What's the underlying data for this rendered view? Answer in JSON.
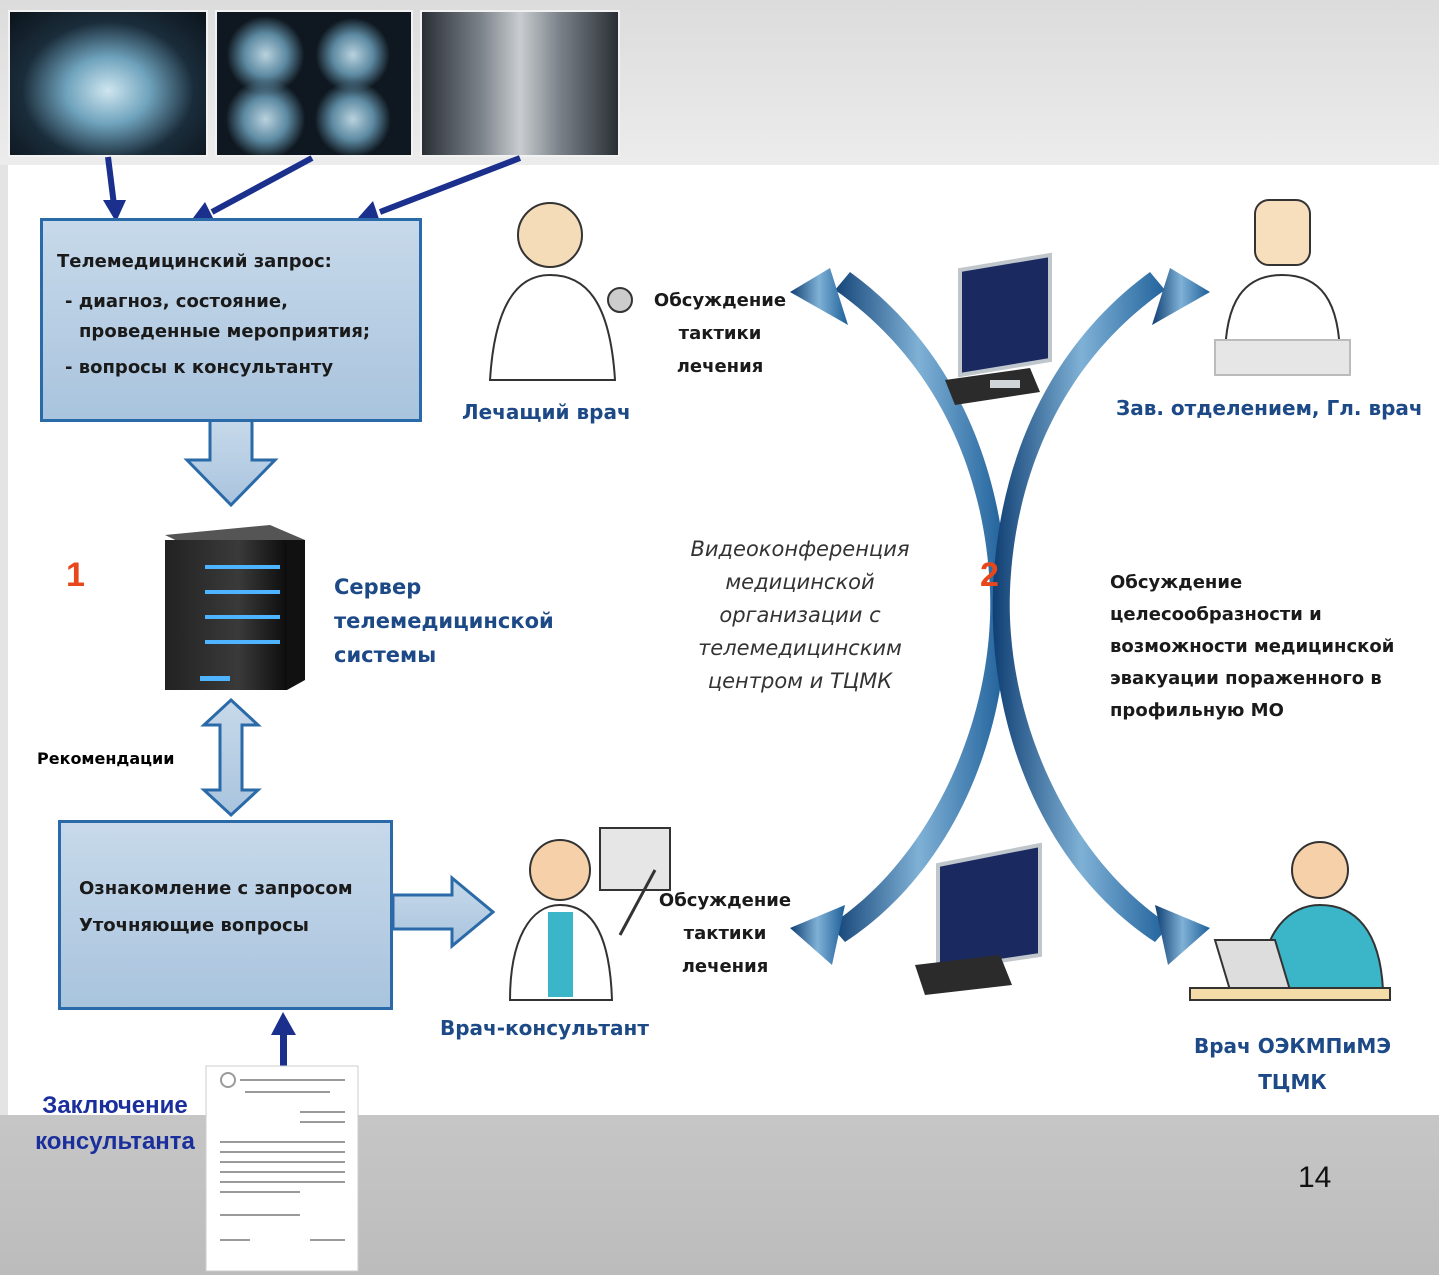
{
  "request_box": {
    "title": "Телемедицинский запрос:",
    "line1": "- диагноз, состояние,",
    "line2": "проведенные мероприятия;",
    "line3": "- вопросы к консультанту"
  },
  "server": {
    "number": "1",
    "line1": "Сервер",
    "line2": "телемедицинской",
    "line3": "системы"
  },
  "recommendations": "Рекомендации",
  "review_box": {
    "line1": "Ознакомление с запросом",
    "line2": "Уточняющие вопросы"
  },
  "conclusion": {
    "line1": "Заключение",
    "line2": "консультанта"
  },
  "attending": {
    "label": "Лечащий врач",
    "discussion": [
      "Обсуждение",
      "тактики",
      "лечения"
    ]
  },
  "head": {
    "label": "Зав. отделением, Гл. врач"
  },
  "consultant": {
    "label": "Врач-консультант",
    "discussion": [
      "Обсуждение",
      "тактики",
      "лечения"
    ]
  },
  "oekmp": {
    "line1": "Врач ОЭКМПиМЭ",
    "line2": "ТЦМК"
  },
  "videoconf": {
    "number": "2",
    "lines": [
      "Видеоконференция",
      "медицинской",
      "организации с",
      "телемедицинским",
      "центром и ТЦМК"
    ]
  },
  "evacuation": {
    "lines": [
      "Обсуждение",
      "целесообразности и",
      "возможности медицинской",
      "эвакуации пораженного в",
      "профильную МО"
    ]
  },
  "page_number": "14",
  "colors": {
    "box_fill": "#b7cfe5",
    "box_border": "#2a6aa8",
    "arrow_dark": "#1b2f8c",
    "curve_blue": "#1f5f99",
    "number_red": "#e8471b"
  }
}
